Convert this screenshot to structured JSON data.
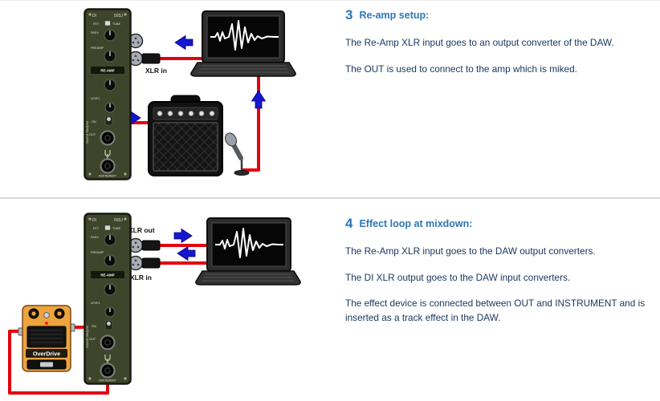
{
  "colors": {
    "accent_blue": "#2e75b6",
    "body_text": "#17365d",
    "cable_red": "#e3000f",
    "arrow_blue": "#1717cf",
    "module_green": "#3e452b",
    "pedal_orange": "#eca43f"
  },
  "sections": [
    {
      "step_number": "3",
      "heading": "Re-amp setup:",
      "paragraphs": [
        "The Re-Amp XLR input goes to an output converter of the DAW.",
        "The OUT is used to connect to the amp which is miked."
      ],
      "diagram_labels": {
        "xlr_in": "XLR in"
      }
    },
    {
      "step_number": "4",
      "heading": "Effect loop at mixdown:",
      "paragraphs": [
        "The Re-Amp XLR input goes to the DAW output converters.",
        "The DI XLR output goes to the DAW input converters.",
        "The effect device is connected between OUT and INSTRUMENT and is inserted as a track effect in the DAW."
      ],
      "diagram_labels": {
        "xlr_out": "XLR out",
        "xlr_in": "XLR in"
      }
    }
  ],
  "module": {
    "model_left": "DI",
    "model_right": "503J",
    "switch_left": "FET",
    "switch_right": "TUBE",
    "label_pasv": "PASV",
    "label_preamp": "PREAMP",
    "label_reamp": "RE-AMP",
    "label_level": "LEVEL",
    "label_on": "ON",
    "label_out": "OUT",
    "label_instrument": "INSTRUMENT",
    "brand_vertical": "Sound Skulptor"
  },
  "pedal": {
    "name": "OverDrive"
  }
}
